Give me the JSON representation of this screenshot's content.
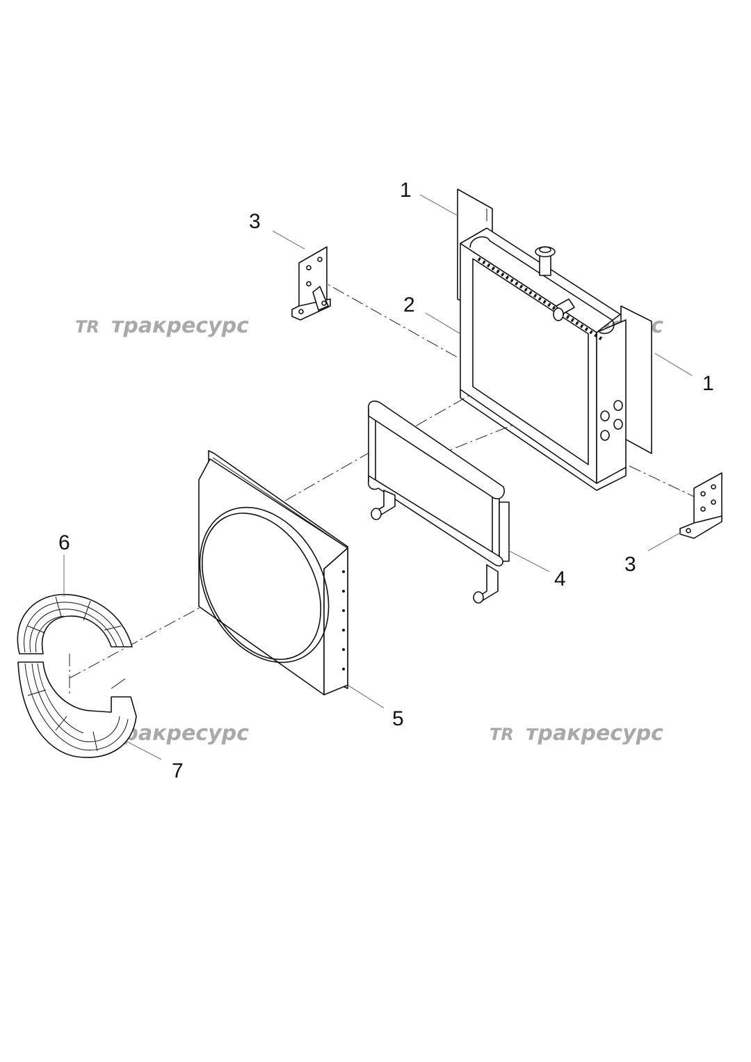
{
  "callouts": [
    {
      "id": "c1a",
      "label": "1"
    },
    {
      "id": "c1b",
      "label": "1"
    },
    {
      "id": "c2",
      "label": "2"
    },
    {
      "id": "c3a",
      "label": "3"
    },
    {
      "id": "c3b",
      "label": "3"
    },
    {
      "id": "c4",
      "label": "4"
    },
    {
      "id": "c5",
      "label": "5"
    },
    {
      "id": "c6",
      "label": "6"
    },
    {
      "id": "c7",
      "label": "7"
    }
  ],
  "watermark": {
    "logo": "TR",
    "text": "тракресурс",
    "color": "#a9a9a9"
  }
}
